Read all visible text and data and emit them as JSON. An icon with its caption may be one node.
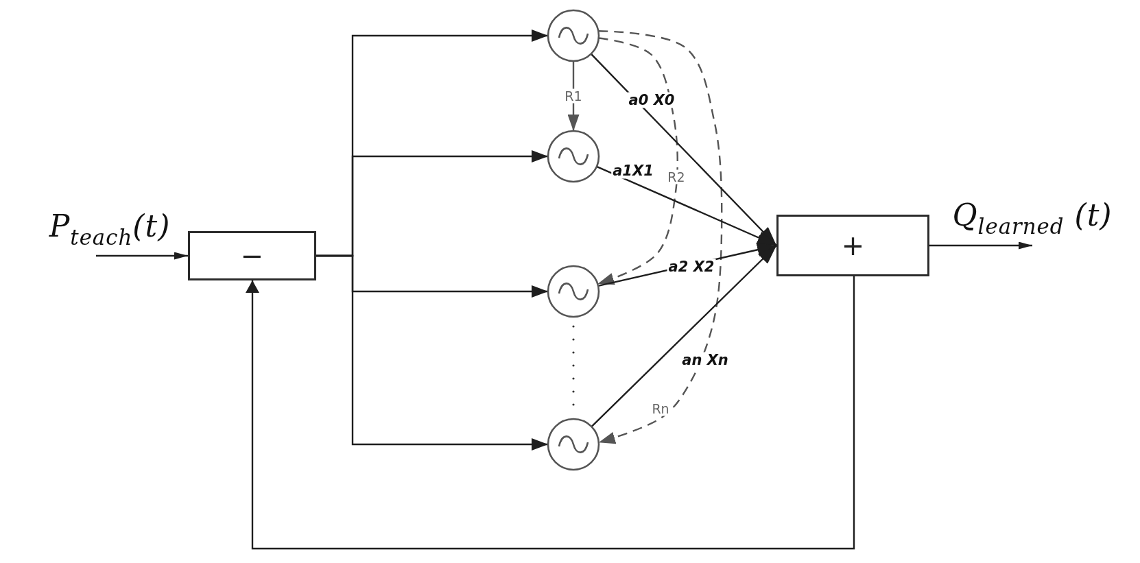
{
  "diagram": {
    "nodes": [
      {
        "text": [
          "−"
        ]
      },
      {
        "text": [],
        "shape": "circle"
      },
      {
        "text": [],
        "shape": "circle"
      },
      {
        "text": [],
        "shape": "circle"
      },
      {
        "text": [],
        "shape": "circle"
      },
      {
        "text": [
          "+"
        ]
      }
    ],
    "edges": [
      {
        "from": null,
        "to": 0,
        "arrow": "to",
        "label": "P$_{teach}$(t)"
      },
      {
        "from": 0,
        "to": 1,
        "arrow": "to"
      },
      {
        "from": 0,
        "to": 2,
        "arrow": "to"
      },
      {
        "from": 0,
        "to": 3,
        "arrow": "to"
      },
      {
        "from": 0,
        "to": 4,
        "arrow": "to"
      },
      {
        "from": 1,
        "to": 2,
        "arrow": "to",
        "label": "R1",
        "color": "#555555"
      },
      {
        "from": 1,
        "to": 3,
        "arrow": "to",
        "label": "R2",
        "style": "dashed",
        "color": "#555555"
      },
      {
        "from": 1,
        "to": 4,
        "arrow": "to",
        "label": "Rn",
        "style": "dashed",
        "color": "#555555"
      },
      {
        "from": 1,
        "to": 5,
        "arrow": "to",
        "label": "a0 X0"
      },
      {
        "from": 2,
        "to": 5,
        "arrow": "to",
        "label": "a1X1"
      },
      {
        "from": 3,
        "to": 5,
        "arrow": "to",
        "label": "a2 X2"
      },
      {
        "from": 4,
        "to": 5,
        "arrow": "to",
        "label": "an Xn"
      },
      {
        "from": 5,
        "to": null,
        "arrow": "to",
        "label": "Q$_{learned}$ (t)"
      },
      {
        "from": 5,
        "to": 0,
        "arrow": "to"
      }
    ]
  }
}
